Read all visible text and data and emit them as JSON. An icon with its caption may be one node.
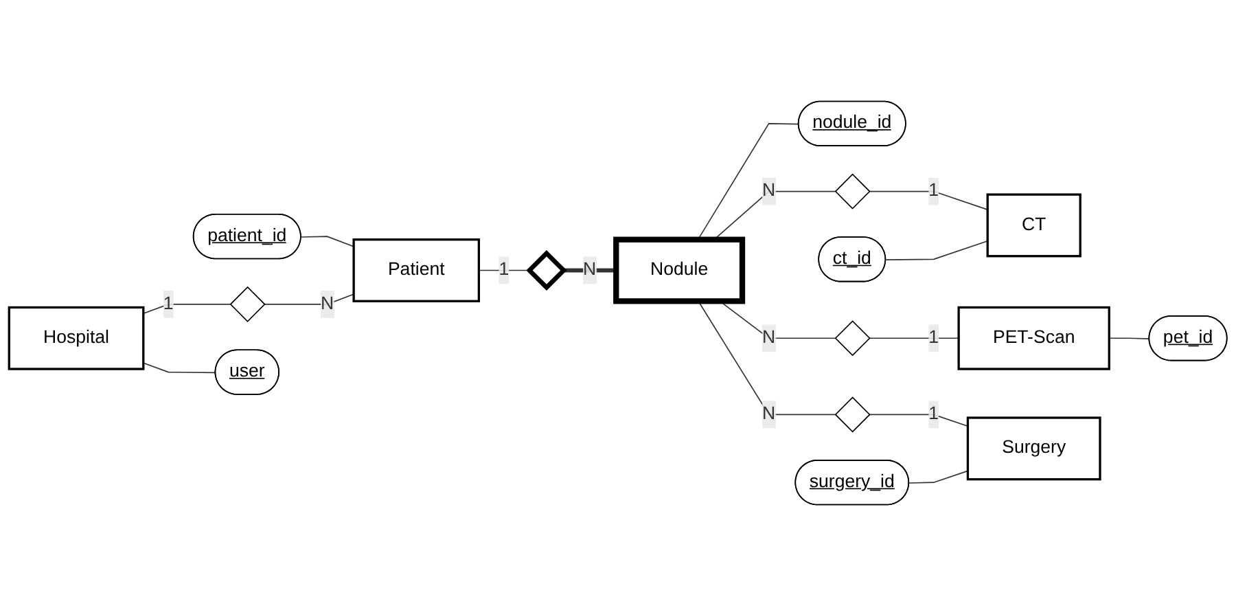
{
  "diagram": {
    "nodes": [
      {
        "text": [
          "patient_id"
        ]
      },
      {
        "text": [
          "nodule_id"
        ]
      },
      {
        "text": [
          "Hospital"
        ]
      },
      {
        "text": [
          "Patient"
        ]
      },
      {
        "text": [],
        "shape": "diamond"
      },
      {
        "text": [],
        "shape": "diamond"
      },
      {
        "text": [
          "Nodule"
        ]
      },
      {
        "text": [
          "user"
        ]
      },
      {
        "text": [],
        "shape": "diamond"
      },
      {
        "text": [],
        "shape": "diamond"
      },
      {
        "text": [],
        "shape": "diamond"
      },
      {
        "text": [
          "ct_id"
        ]
      },
      {
        "text": [
          "surgery_id"
        ]
      },
      {
        "text": [
          "CT"
        ]
      },
      {
        "text": [
          "PET-Scan"
        ]
      },
      {
        "text": [
          "Surgery"
        ]
      },
      {
        "text": [
          "pet_id"
        ]
      }
    ],
    "edges": [
      {
        "from": 0,
        "to": 3,
        "arrow": "none"
      },
      {
        "from": 2,
        "to": 4,
        "arrow": "none",
        "label": "1"
      },
      {
        "from": 4,
        "to": 3,
        "arrow": "none",
        "label": "N"
      },
      {
        "from": 3,
        "to": 5,
        "arrow": "none",
        "label": "1"
      },
      {
        "from": 5,
        "to": 6,
        "arrow": "none",
        "label": "N",
        "style": "thick"
      },
      {
        "from": 6,
        "to": 1,
        "arrow": "none"
      },
      {
        "from": 2,
        "to": 7,
        "arrow": "none"
      },
      {
        "from": 6,
        "to": 8,
        "arrow": "none",
        "label": "N"
      },
      {
        "from": 8,
        "to": 13,
        "arrow": "none",
        "label": "1"
      },
      {
        "from": 6,
        "to": 9,
        "arrow": "none",
        "label": "N"
      },
      {
        "from": 9,
        "to": 14,
        "arrow": "none",
        "label": "1"
      },
      {
        "from": 6,
        "to": 10,
        "arrow": "none",
        "label": "N"
      },
      {
        "from": 10,
        "to": 15,
        "arrow": "none",
        "label": "1"
      },
      {
        "from": 11,
        "to": 13,
        "arrow": "none"
      },
      {
        "from": 12,
        "to": 15,
        "arrow": "none"
      },
      {
        "from": 14,
        "to": 16,
        "arrow": "none"
      }
    ]
  }
}
